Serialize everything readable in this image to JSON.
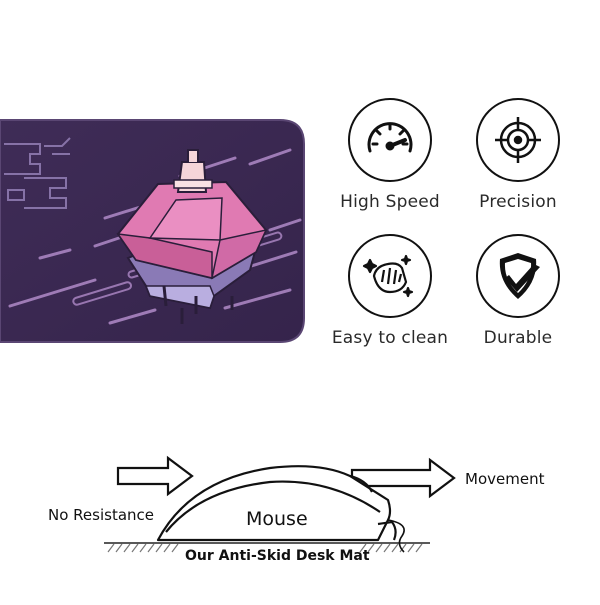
{
  "features": [
    {
      "label": "High Speed",
      "icon": "speedometer-icon"
    },
    {
      "label": "Precision",
      "icon": "crosshair-icon"
    },
    {
      "label": "Easy to clean",
      "icon": "wipe-cloth-hand-icon"
    },
    {
      "label": "Durable",
      "icon": "shield-check-icon"
    }
  ],
  "diagram": {
    "left_label": "No Resistance",
    "right_label": "Movement",
    "mouse_label": "Mouse",
    "caption": "Our Anti-Skid Desk Mat"
  },
  "colors": {
    "mat": "#3e2a55",
    "switch_pink": "#e07ab2",
    "switch_stem": "#f5d5d9",
    "ink": "#111111"
  }
}
